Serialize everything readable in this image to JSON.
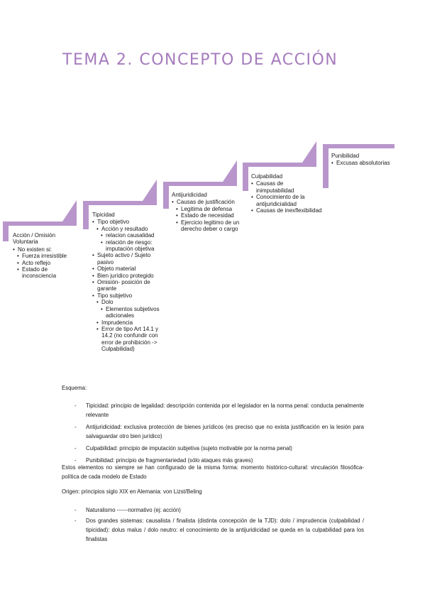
{
  "title": "TEMA 2. CONCEPTO DE ACCIÓN",
  "diagram": {
    "steps": [
      {
        "heading": "Acción / Omisión Voluntaria",
        "items": [
          {
            "level": 1,
            "text": "No existen si:"
          },
          {
            "level": 2,
            "text": "Fuerza irresistible"
          },
          {
            "level": 2,
            "text": "Acto reflejo"
          },
          {
            "level": 2,
            "text": "Estado de inconsciencia"
          }
        ]
      },
      {
        "heading": "Tipicidad",
        "items": [
          {
            "level": 1,
            "text": "Tipo objetivo"
          },
          {
            "level": 2,
            "text": "Acción y resultado"
          },
          {
            "level": 3,
            "text": "relacion causalidad"
          },
          {
            "level": 3,
            "text": "relación de riesgo: imputación objetiva"
          },
          {
            "level": 1,
            "text": "Sujeto activo / Sujeto pasivo"
          },
          {
            "level": 1,
            "text": "Objeto material"
          },
          {
            "level": 1,
            "text": "Bien jurídico protegido"
          },
          {
            "level": 1,
            "text": "Omisión- posición de garante"
          },
          {
            "level": 1,
            "text": "Tipo subjetivo"
          },
          {
            "level": 2,
            "text": "Dolo"
          },
          {
            "level": 3,
            "text": "Elementos subjetivos adicionales"
          },
          {
            "level": 2,
            "text": "Imprudencia"
          },
          {
            "level": 2,
            "text": "Error de tipo Art 14.1 y 14.2 (no confundir con error de prohibición -> Culpabilidad)"
          }
        ]
      },
      {
        "heading": "Antijuridicidad",
        "items": [
          {
            "level": 1,
            "text": "Causas de justificación"
          },
          {
            "level": 2,
            "text": "Legitima de defensa"
          },
          {
            "level": 2,
            "text": "Estado de necesidad"
          },
          {
            "level": 2,
            "text": "Ejercicio legitimo de un derecho deber o cargo"
          }
        ]
      },
      {
        "heading": "Culpabilidad",
        "items": [
          {
            "level": 1,
            "text": "Causas de inimputabilidad"
          },
          {
            "level": 1,
            "text": "Conocimiento de la antijuridicialidad"
          },
          {
            "level": 1,
            "text": "Causas de inexflexibilidad"
          }
        ]
      },
      {
        "heading": "Punibilidad",
        "items": [
          {
            "level": 1,
            "text": "Excusas absolutorias"
          }
        ]
      }
    ]
  },
  "body": {
    "esquema_label": "Esquema:",
    "esquema_items": [
      "Tipicidad: principio de legalidad: descripción contenida por el legislador en la norma penal: conducta penalmente relevante",
      "Antijuridicidad: exclusiva protección de bienes jurídicos (es preciso que no exista justificación en la lesión para salvaguardar otro bien jurídico)",
      "Culpabilidad: principio de imputación subjetiva (sujeto motivable por la norma penal)",
      "Punibilidad: principio de fragmentariedad (sólo ataques más graves)"
    ],
    "paragraph1": "Estos elementos no siempre se han configurado de la misma forma: momento histórico-cultural: vinculación filosófica-política de cada modelo de Estado",
    "paragraph2": "Origen: principios siglo XIX en Alemania: von Lizst/Beling",
    "origin_items": [
      "Naturalismo ------normativo (ej: acción)",
      "Dos grandes sistemas: causalista / finalista (distinta concepción de la TJD): dolo / imprudencia (culpabilidad / tipicidad): dolus malus / dolo neutro: el conocimiento de la antijuridicidad se queda en la culpabilidad para los finalistas"
    ]
  },
  "colors": {
    "accent": "#a57bbd",
    "step": "#b896cb"
  }
}
